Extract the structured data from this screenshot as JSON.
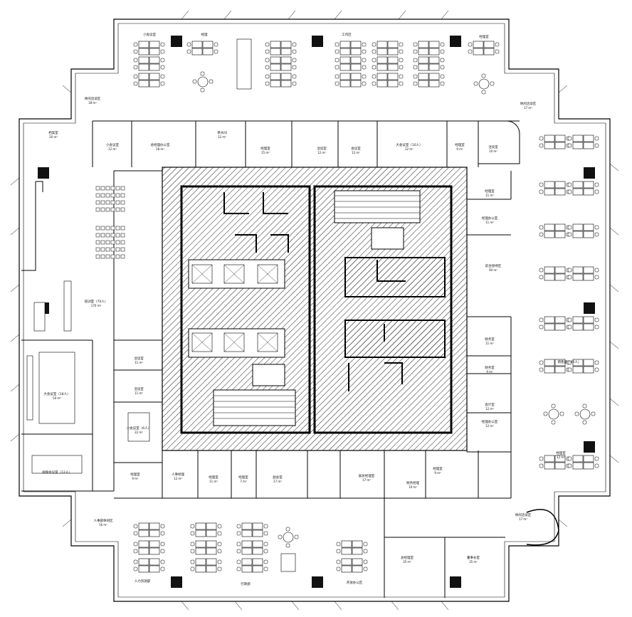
{
  "plan": {
    "rooms": [
      {
        "id": "r-tl-small",
        "name": "小会议室",
        "area": ""
      },
      {
        "id": "r-tl-mgr",
        "name": "经理",
        "area": ""
      },
      {
        "id": "r-top-hr",
        "name": "工作区",
        "area": ""
      },
      {
        "id": "r-top-right",
        "name": "经理室",
        "area": ""
      },
      {
        "id": "r-tl-lounge",
        "name": "休闲洽谈区",
        "area": "18 m²"
      },
      {
        "id": "r-tr-lounge",
        "name": "休闲洽谈区",
        "area": "17 m²"
      },
      {
        "id": "r-left-archive",
        "name": "档案室",
        "area": "20 m²"
      },
      {
        "id": "r-top-meet1",
        "name": "小会议室",
        "area": "12 m²"
      },
      {
        "id": "r-top-office",
        "name": "总经理办公室",
        "area": "18 m²"
      },
      {
        "id": "r-top-pantry",
        "name": "茶水间",
        "area": "12 m²"
      },
      {
        "id": "r-top-mgr2",
        "name": "经理室",
        "area": "15 m²"
      },
      {
        "id": "r-top-meet2",
        "name": "洽谈室",
        "area": "12 m²"
      },
      {
        "id": "r-top-meet3",
        "name": "会议室",
        "area": "12 m²"
      },
      {
        "id": "r-top-conf",
        "name": "大会议室（10人）",
        "area": "22 m²"
      },
      {
        "id": "r-top-room9",
        "name": "经理室",
        "area": "9 m²"
      },
      {
        "id": "r-right-meet",
        "name": "洽谈室",
        "area": "10 m²"
      },
      {
        "id": "r-right-mgr",
        "name": "经理室",
        "area": "11 m²"
      },
      {
        "id": "r-right-room1",
        "name": "经理办公室",
        "area": "11 m²"
      },
      {
        "id": "r-right-reception",
        "name": "前台接待区",
        "area": "40 m²"
      },
      {
        "id": "r-right-room2",
        "name": "财务室",
        "area": "11 m²"
      },
      {
        "id": "r-right-room3",
        "name": "财务室",
        "area": "9 m²"
      },
      {
        "id": "r-right-room4",
        "name": "会计室",
        "area": "12 m²"
      },
      {
        "id": "r-right-room5",
        "name": "经理办公室",
        "area": "12 m²"
      },
      {
        "id": "r-right-room6",
        "name": "经理室",
        "area": "12 m²"
      },
      {
        "id": "r-right-workarea",
        "name": "销售部（45人）",
        "area": ""
      },
      {
        "id": "r-left-training",
        "name": "培训室（70人）",
        "area": "170 m²"
      },
      {
        "id": "r-left-conf",
        "name": "大会议室（18人）",
        "area": "50 m²"
      },
      {
        "id": "r-left-meet-a",
        "name": "洽谈室",
        "area": "11 m²"
      },
      {
        "id": "r-left-meet-b",
        "name": "洽谈室",
        "area": "11 m²"
      },
      {
        "id": "r-left-meet-c",
        "name": "小会议室（6人）",
        "area": "22 m²"
      },
      {
        "id": "r-left-video",
        "name": "视频会议室（12人）",
        "area": ""
      },
      {
        "id": "r-bot-room1",
        "name": "经理室",
        "area": "9 m²"
      },
      {
        "id": "r-bot-room2",
        "name": "人事经理",
        "area": "12 m²"
      },
      {
        "id": "r-bot-room3",
        "name": "经理室",
        "area": "11 m²"
      },
      {
        "id": "r-bot-room4",
        "name": "经理室",
        "area": "7 m²"
      },
      {
        "id": "r-bot-room5",
        "name": "副总室",
        "area": "17 m²"
      },
      {
        "id": "r-bot-room6",
        "name": "副总经理室",
        "area": "17 m²"
      },
      {
        "id": "r-bot-room7",
        "name": "财务经理",
        "area": "10 m²"
      },
      {
        "id": "r-bot-room8",
        "name": "经理室",
        "area": "9 m²"
      },
      {
        "id": "r-bl-lounge",
        "name": "人事部休闲区",
        "area": "16 m²"
      },
      {
        "id": "r-br-lounge",
        "name": "休闲洽谈区",
        "area": "17 m²"
      },
      {
        "id": "r-bot-ceo1",
        "name": "总经理室",
        "area": "35 m²"
      },
      {
        "id": "r-bot-ceo2",
        "name": "董事长室",
        "area": "35 m²"
      },
      {
        "id": "r-bot-hr",
        "name": "人力资源部",
        "area": ""
      },
      {
        "id": "r-bot-admin",
        "name": "行政部",
        "area": ""
      },
      {
        "id": "r-bot-workarea",
        "name": "开放办公区",
        "area": ""
      }
    ],
    "colors": {
      "line": "#000000",
      "hatch": "#222222",
      "background": "#ffffff",
      "fill_dark": "#111111"
    }
  }
}
